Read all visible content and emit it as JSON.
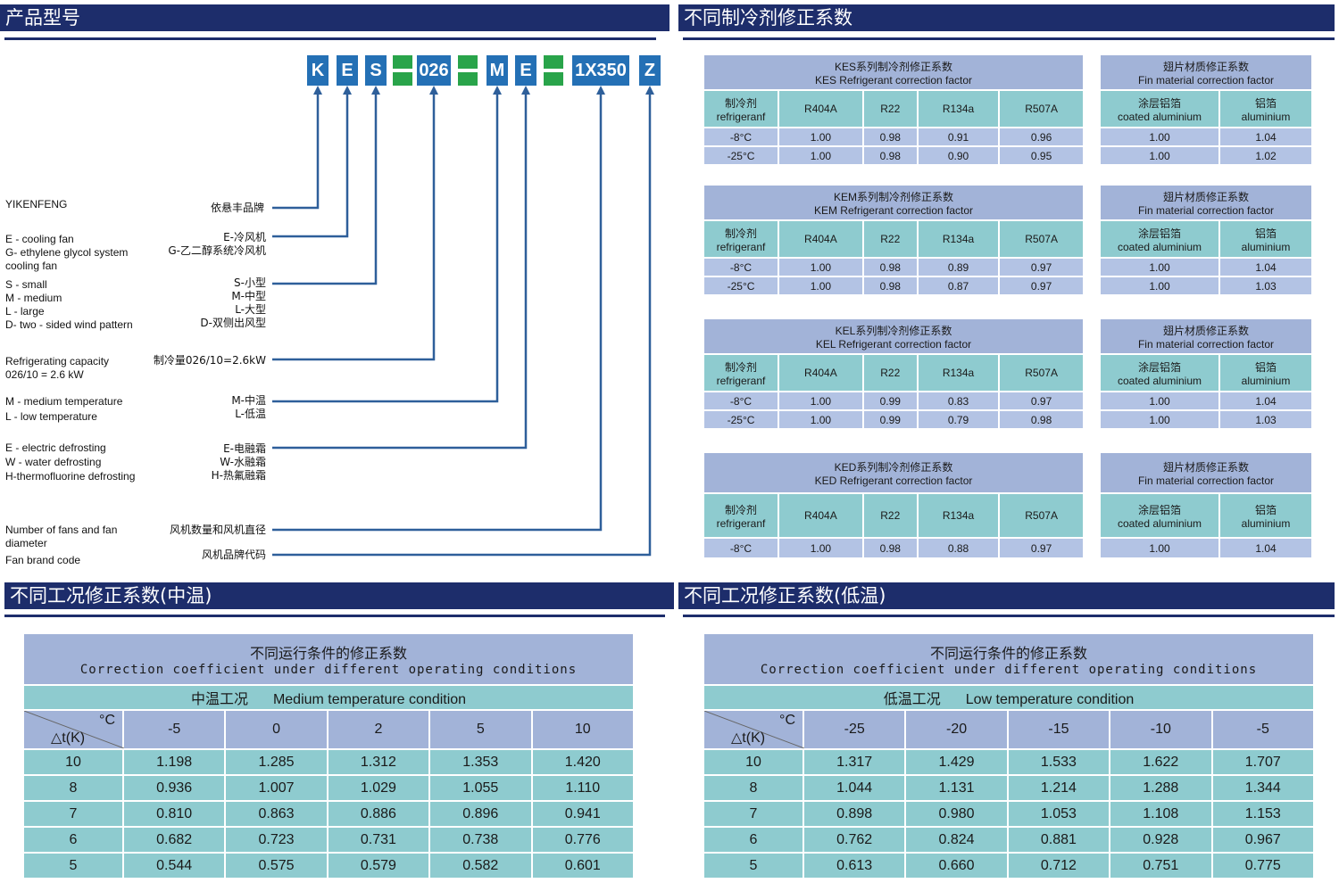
{
  "sections": {
    "model": "产品型号",
    "refrigerant": "不同制冷剂修正系数",
    "medium": "不同工况修正系数(中温)",
    "low": "不同工况修正系数(低温)"
  },
  "model_code": [
    "K",
    "E",
    "S",
    "",
    "026",
    "",
    "M",
    "E",
    "",
    "1X350",
    "Z"
  ],
  "legend": {
    "brand_en": "YIKENFENG",
    "brand_cn": "依悬丰品牌",
    "type_en": [
      "E - cooling fan",
      "G- ethylene glycol system",
      "cooling fan"
    ],
    "type_cn": [
      "E-冷风机",
      "G-乙二醇系统冷风机"
    ],
    "size_en": [
      "S - small",
      "M - medium",
      "L - large",
      "D- two - sided wind pattern"
    ],
    "size_cn": [
      "S-小型",
      "M-中型",
      "L-大型",
      "D-双侧出风型"
    ],
    "cap_en": [
      "Refrigerating capacity",
      "026/10 = 2.6 kW"
    ],
    "cap_cn": "制冷量026/10=2.6kW",
    "temp_en": [
      "M - medium temperature",
      "L - low temperature"
    ],
    "temp_cn": [
      "M-中温",
      "L-低温"
    ],
    "defrost_en": [
      "E - electric defrosting",
      "W - water defrosting",
      "H-thermofluorine defrosting"
    ],
    "defrost_cn": [
      "E-电融霜",
      "W-水融霜",
      "H-热氟融霜"
    ],
    "fans_en": [
      "Number of fans and fan",
      "diameter"
    ],
    "fans_cn": "风机数量和风机直径",
    "brandcode_en": "Fan brand code",
    "brandcode_cn": "风机品牌代码"
  },
  "refrigerant_tables": [
    {
      "title_cn": "KES系列制冷剂修正系数",
      "title_en": "KES Refrigerant correction factor",
      "rows": [
        [
          "-8°C",
          "1.00",
          "0.98",
          "0.91",
          "0.96"
        ],
        [
          "-25°C",
          "1.00",
          "0.98",
          "0.90",
          "0.95"
        ]
      ],
      "fin": [
        [
          "1.00",
          "1.04"
        ],
        [
          "1.00",
          "1.02"
        ]
      ]
    },
    {
      "title_cn": "KEM系列制冷剂修正系数",
      "title_en": "KEM Refrigerant correction factor",
      "rows": [
        [
          "-8°C",
          "1.00",
          "0.98",
          "0.89",
          "0.97"
        ],
        [
          "-25°C",
          "1.00",
          "0.98",
          "0.87",
          "0.97"
        ]
      ],
      "fin": [
        [
          "1.00",
          "1.04"
        ],
        [
          "1.00",
          "1.03"
        ]
      ]
    },
    {
      "title_cn": "KEL系列制冷剂修正系数",
      "title_en": "KEL Refrigerant correction factor",
      "rows": [
        [
          "-8°C",
          "1.00",
          "0.99",
          "0.83",
          "0.97"
        ],
        [
          "-25°C",
          "1.00",
          "0.99",
          "0.79",
          "0.98"
        ]
      ],
      "fin": [
        [
          "1.00",
          "1.04"
        ],
        [
          "1.00",
          "1.03"
        ]
      ]
    },
    {
      "title_cn": "KED系列制冷剂修正系数",
      "title_en": "KED Refrigerant correction factor",
      "rows": [
        [
          "-8°C",
          "1.00",
          "0.98",
          "0.88",
          "0.97"
        ]
      ],
      "fin": [
        [
          "1.00",
          "1.04"
        ]
      ]
    }
  ],
  "ref_header": {
    "label_cn": "制冷剂",
    "label_en": "refrigeranf",
    "cols": [
      "R404A",
      "R22",
      "R134a",
      "R507A"
    ]
  },
  "fin_header": {
    "title_cn": "翅片材质修正系数",
    "title_en": "Fin material correction factor",
    "c1_cn": "涂层铝箔",
    "c1_en": "coated  aluminium",
    "c2_cn": "铝箔",
    "c2_en": "aluminium"
  },
  "cond_tables": [
    {
      "title_cn": "不同运行条件的修正系数",
      "title_en": "Correction coefficient under different operating conditions",
      "cond_cn": "中温工况",
      "cond_en": "Medium temperature condition",
      "unit_top": "°C",
      "unit_bottom": "△t(K)",
      "cols": [
        "-5",
        "0",
        "2",
        "5",
        "10"
      ],
      "rows": [
        [
          "10",
          "1.198",
          "1.285",
          "1.312",
          "1.353",
          "1.420"
        ],
        [
          "8",
          "0.936",
          "1.007",
          "1.029",
          "1.055",
          "1.110"
        ],
        [
          "7",
          "0.810",
          "0.863",
          "0.886",
          "0.896",
          "0.941"
        ],
        [
          "6",
          "0.682",
          "0.723",
          "0.731",
          "0.738",
          "0.776"
        ],
        [
          "5",
          "0.544",
          "0.575",
          "0.579",
          "0.582",
          "0.601"
        ]
      ]
    },
    {
      "title_cn": "不同运行条件的修正系数",
      "title_en": "Correction coefficient under different operating conditions",
      "cond_cn": "低温工况",
      "cond_en": "Low temperature condition",
      "unit_top": "°C",
      "unit_bottom": "△t(K)",
      "cols": [
        "-25",
        "-20",
        "-15",
        "-10",
        "-5"
      ],
      "rows": [
        [
          "10",
          "1.317",
          "1.429",
          "1.533",
          "1.622",
          "1.707"
        ],
        [
          "8",
          "1.044",
          "1.131",
          "1.214",
          "1.288",
          "1.344"
        ],
        [
          "7",
          "0.898",
          "0.980",
          "1.053",
          "1.108",
          "1.153"
        ],
        [
          "6",
          "0.762",
          "0.824",
          "0.881",
          "0.928",
          "0.967"
        ],
        [
          "5",
          "0.613",
          "0.660",
          "0.712",
          "0.751",
          "0.775"
        ]
      ]
    }
  ]
}
